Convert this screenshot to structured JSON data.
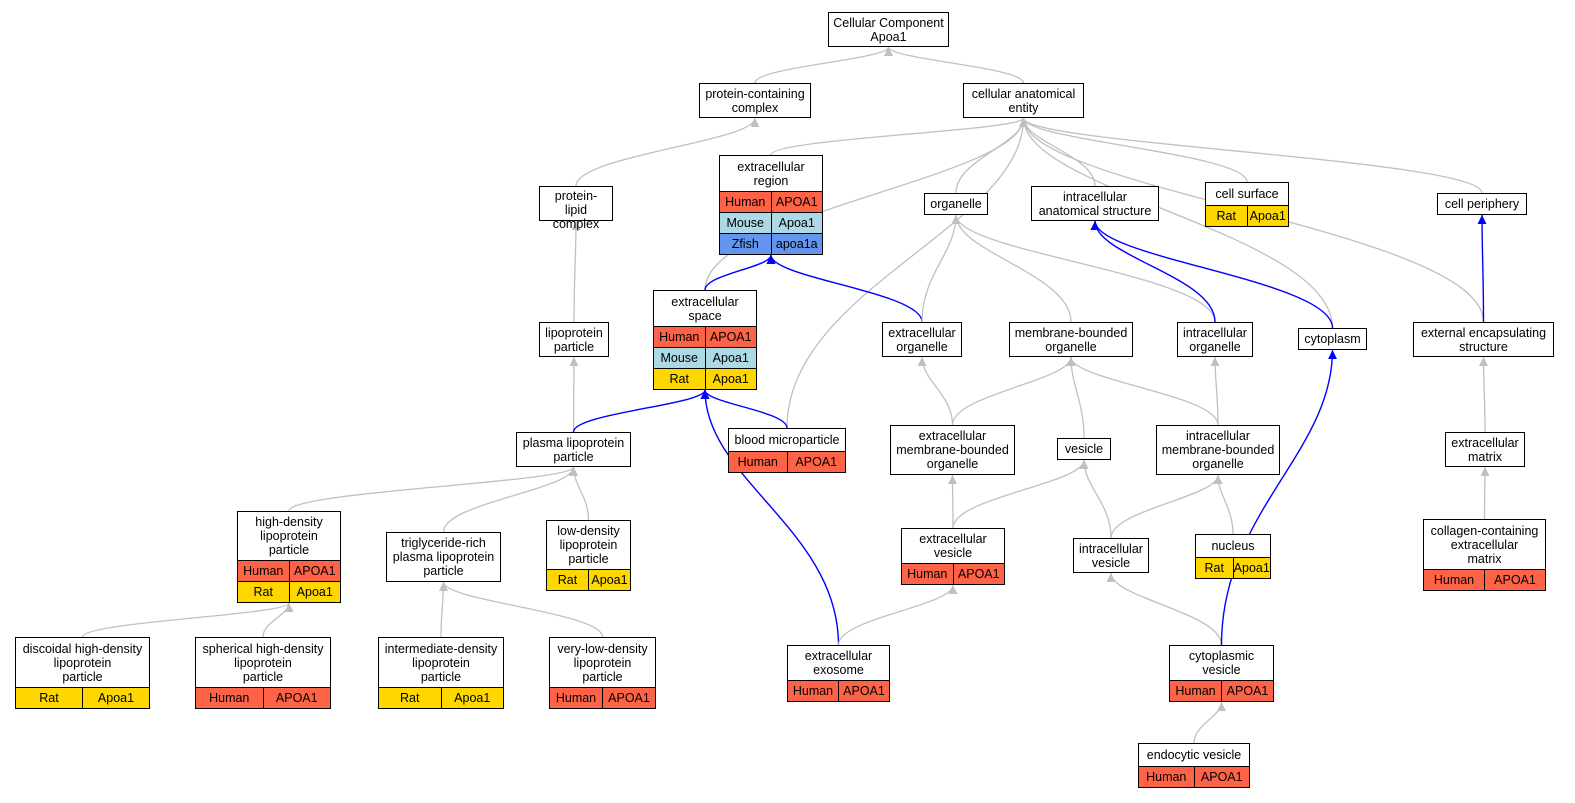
{
  "colors": {
    "human": "#ff6347",
    "mouse": "#add8e6",
    "zfish": "#6495ed",
    "rat": "#ffd700",
    "edge_is_a": "#c0c0c0",
    "edge_part_of": "#0000ff"
  },
  "nodes": [
    {
      "id": "root",
      "title": "Cellular Component\nApoa1",
      "rows": []
    },
    {
      "id": "protein_complex",
      "title": "protein-containing\ncomplex",
      "rows": []
    },
    {
      "id": "cell_anat",
      "title": "cellular anatomical\nentity",
      "rows": []
    },
    {
      "id": "extracell_region",
      "title": "extracellular\nregion",
      "rows": [
        {
          "species": "Human",
          "gene": "APOA1",
          "color": "human"
        },
        {
          "species": "Mouse",
          "gene": "Apoa1",
          "color": "mouse"
        },
        {
          "species": "Zfish",
          "gene": "apoa1a",
          "color": "zfish"
        }
      ]
    },
    {
      "id": "protein_lipid",
      "title": "protein-lipid\ncomplex",
      "rows": []
    },
    {
      "id": "organelle",
      "title": "organelle",
      "rows": []
    },
    {
      "id": "intracell_anat",
      "title": "intracellular\nanatomical structure",
      "rows": []
    },
    {
      "id": "cell_surface",
      "title": "cell surface",
      "rows": [
        {
          "species": "Rat",
          "gene": "Apoa1",
          "color": "rat"
        }
      ]
    },
    {
      "id": "cell_periphery",
      "title": "cell periphery",
      "rows": []
    },
    {
      "id": "extracell_space",
      "title": "extracellular\nspace",
      "rows": [
        {
          "species": "Human",
          "gene": "APOA1",
          "color": "human"
        },
        {
          "species": "Mouse",
          "gene": "Apoa1",
          "color": "mouse"
        },
        {
          "species": "Rat",
          "gene": "Apoa1",
          "color": "rat"
        }
      ]
    },
    {
      "id": "lipoprotein",
      "title": "lipoprotein\nparticle",
      "rows": []
    },
    {
      "id": "extracell_organelle",
      "title": "extracellular\norganelle",
      "rows": []
    },
    {
      "id": "membrane_bounded",
      "title": "membrane-bounded\norganelle",
      "rows": []
    },
    {
      "id": "intracell_organelle",
      "title": "intracellular\norganelle",
      "rows": []
    },
    {
      "id": "cytoplasm",
      "title": "cytoplasm",
      "rows": []
    },
    {
      "id": "ext_encaps",
      "title": "external encapsulating\nstructure",
      "rows": []
    },
    {
      "id": "plasma_lipo",
      "title": "plasma lipoprotein\nparticle",
      "rows": []
    },
    {
      "id": "blood_micro",
      "title": "blood microparticle",
      "rows": [
        {
          "species": "Human",
          "gene": "APOA1",
          "color": "human"
        }
      ]
    },
    {
      "id": "ext_mb_organelle",
      "title": "extracellular\nmembrane-bounded\norganelle",
      "rows": []
    },
    {
      "id": "vesicle",
      "title": "vesicle",
      "rows": []
    },
    {
      "id": "intra_mb_organelle",
      "title": "intracellular\nmembrane-bounded\norganelle",
      "rows": []
    },
    {
      "id": "ext_matrix",
      "title": "extracellular\nmatrix",
      "rows": []
    },
    {
      "id": "hdl",
      "title": "high-density\nlipoprotein\nparticle",
      "rows": [
        {
          "species": "Human",
          "gene": "APOA1",
          "color": "human"
        },
        {
          "species": "Rat",
          "gene": "Apoa1",
          "color": "rat"
        }
      ]
    },
    {
      "id": "trl",
      "title": "triglyceride-rich\nplasma lipoprotein\nparticle",
      "rows": []
    },
    {
      "id": "ldl",
      "title": "low-density\nlipoprotein\nparticle",
      "rows": [
        {
          "species": "Rat",
          "gene": "Apoa1",
          "color": "rat"
        }
      ]
    },
    {
      "id": "ext_vesicle",
      "title": "extracellular\nvesicle",
      "rows": [
        {
          "species": "Human",
          "gene": "APOA1",
          "color": "human"
        }
      ]
    },
    {
      "id": "intra_vesicle",
      "title": "intracellular\nvesicle",
      "rows": []
    },
    {
      "id": "nucleus",
      "title": "nucleus",
      "rows": [
        {
          "species": "Rat",
          "gene": "Apoa1",
          "color": "rat"
        }
      ]
    },
    {
      "id": "collagen",
      "title": "collagen-containing\nextracellular\nmatrix",
      "rows": [
        {
          "species": "Human",
          "gene": "APOA1",
          "color": "human"
        }
      ]
    },
    {
      "id": "discoidal",
      "title": "discoidal high-density\nlipoprotein\nparticle",
      "rows": [
        {
          "species": "Rat",
          "gene": "Apoa1",
          "color": "rat"
        }
      ]
    },
    {
      "id": "spherical",
      "title": "spherical high-density\nlipoprotein\nparticle",
      "rows": [
        {
          "species": "Human",
          "gene": "APOA1",
          "color": "human"
        }
      ]
    },
    {
      "id": "idl",
      "title": "intermediate-density\nlipoprotein\nparticle",
      "rows": [
        {
          "species": "Rat",
          "gene": "Apoa1",
          "color": "rat"
        }
      ]
    },
    {
      "id": "vldl",
      "title": "very-low-density\nlipoprotein\nparticle",
      "rows": [
        {
          "species": "Human",
          "gene": "APOA1",
          "color": "human"
        }
      ]
    },
    {
      "id": "exosome",
      "title": "extracellular\nexosome",
      "rows": [
        {
          "species": "Human",
          "gene": "APOA1",
          "color": "human"
        }
      ]
    },
    {
      "id": "cyto_vesicle",
      "title": "cytoplasmic\nvesicle",
      "rows": [
        {
          "species": "Human",
          "gene": "APOA1",
          "color": "human"
        }
      ]
    },
    {
      "id": "endocytic",
      "title": "endocytic vesicle",
      "rows": [
        {
          "species": "Human",
          "gene": "APOA1",
          "color": "human"
        }
      ]
    }
  ],
  "edges": [
    {
      "from": "protein_complex",
      "to": "root",
      "type": "is_a"
    },
    {
      "from": "cell_anat",
      "to": "root",
      "type": "is_a"
    },
    {
      "from": "protein_lipid",
      "to": "protein_complex",
      "type": "is_a"
    },
    {
      "from": "lipoprotein",
      "to": "protein_lipid",
      "type": "is_a"
    },
    {
      "from": "plasma_lipo",
      "to": "lipoprotein",
      "type": "is_a"
    },
    {
      "from": "extracell_region",
      "to": "cell_anat",
      "type": "is_a"
    },
    {
      "from": "extracell_space",
      "to": "cell_anat",
      "type": "is_a"
    },
    {
      "from": "blood_micro",
      "to": "cell_anat",
      "type": "is_a"
    },
    {
      "from": "organelle",
      "to": "cell_anat",
      "type": "is_a"
    },
    {
      "from": "intracell_anat",
      "to": "cell_anat",
      "type": "is_a"
    },
    {
      "from": "cell_surface",
      "to": "cell_anat",
      "type": "is_a"
    },
    {
      "from": "cytoplasm",
      "to": "cell_anat",
      "type": "is_a"
    },
    {
      "from": "cell_periphery",
      "to": "cell_anat",
      "type": "is_a"
    },
    {
      "from": "ext_encaps",
      "to": "cell_anat",
      "type": "is_a"
    },
    {
      "from": "extracell_space",
      "to": "extracell_region",
      "type": "part_of"
    },
    {
      "from": "extracell_organelle",
      "to": "extracell_region",
      "type": "part_of"
    },
    {
      "from": "extracell_organelle",
      "to": "organelle",
      "type": "is_a"
    },
    {
      "from": "membrane_bounded",
      "to": "organelle",
      "type": "is_a"
    },
    {
      "from": "intracell_organelle",
      "to": "organelle",
      "type": "is_a"
    },
    {
      "from": "intracell_organelle",
      "to": "intracell_anat",
      "type": "part_of"
    },
    {
      "from": "cytoplasm",
      "to": "intracell_anat",
      "type": "part_of"
    },
    {
      "from": "ext_encaps",
      "to": "cell_periphery",
      "type": "part_of"
    },
    {
      "from": "plasma_lipo",
      "to": "extracell_space",
      "type": "part_of"
    },
    {
      "from": "blood_micro",
      "to": "extracell_space",
      "type": "part_of"
    },
    {
      "from": "exosome",
      "to": "extracell_space",
      "type": "part_of"
    },
    {
      "from": "ext_mb_organelle",
      "to": "extracell_organelle",
      "type": "is_a"
    },
    {
      "from": "ext_mb_organelle",
      "to": "membrane_bounded",
      "type": "is_a"
    },
    {
      "from": "vesicle",
      "to": "membrane_bounded",
      "type": "is_a"
    },
    {
      "from": "intra_mb_organelle",
      "to": "membrane_bounded",
      "type": "is_a"
    },
    {
      "from": "intra_mb_organelle",
      "to": "intracell_organelle",
      "type": "is_a"
    },
    {
      "from": "ext_matrix",
      "to": "ext_encaps",
      "type": "is_a"
    },
    {
      "from": "hdl",
      "to": "plasma_lipo",
      "type": "is_a"
    },
    {
      "from": "trl",
      "to": "plasma_lipo",
      "type": "is_a"
    },
    {
      "from": "ldl",
      "to": "plasma_lipo",
      "type": "is_a"
    },
    {
      "from": "ext_vesicle",
      "to": "ext_mb_organelle",
      "type": "is_a"
    },
    {
      "from": "ext_vesicle",
      "to": "vesicle",
      "type": "is_a"
    },
    {
      "from": "intra_vesicle",
      "to": "vesicle",
      "type": "is_a"
    },
    {
      "from": "intra_vesicle",
      "to": "intra_mb_organelle",
      "type": "is_a"
    },
    {
      "from": "nucleus",
      "to": "intra_mb_organelle",
      "type": "is_a"
    },
    {
      "from": "collagen",
      "to": "ext_matrix",
      "type": "is_a"
    },
    {
      "from": "discoidal",
      "to": "hdl",
      "type": "is_a"
    },
    {
      "from": "spherical",
      "to": "hdl",
      "type": "is_a"
    },
    {
      "from": "idl",
      "to": "trl",
      "type": "is_a"
    },
    {
      "from": "vldl",
      "to": "trl",
      "type": "is_a"
    },
    {
      "from": "exosome",
      "to": "ext_vesicle",
      "type": "is_a"
    },
    {
      "from": "cyto_vesicle",
      "to": "intra_vesicle",
      "type": "is_a"
    },
    {
      "from": "cyto_vesicle",
      "to": "cytoplasm",
      "type": "part_of"
    },
    {
      "from": "endocytic",
      "to": "cyto_vesicle",
      "type": "is_a"
    }
  ]
}
